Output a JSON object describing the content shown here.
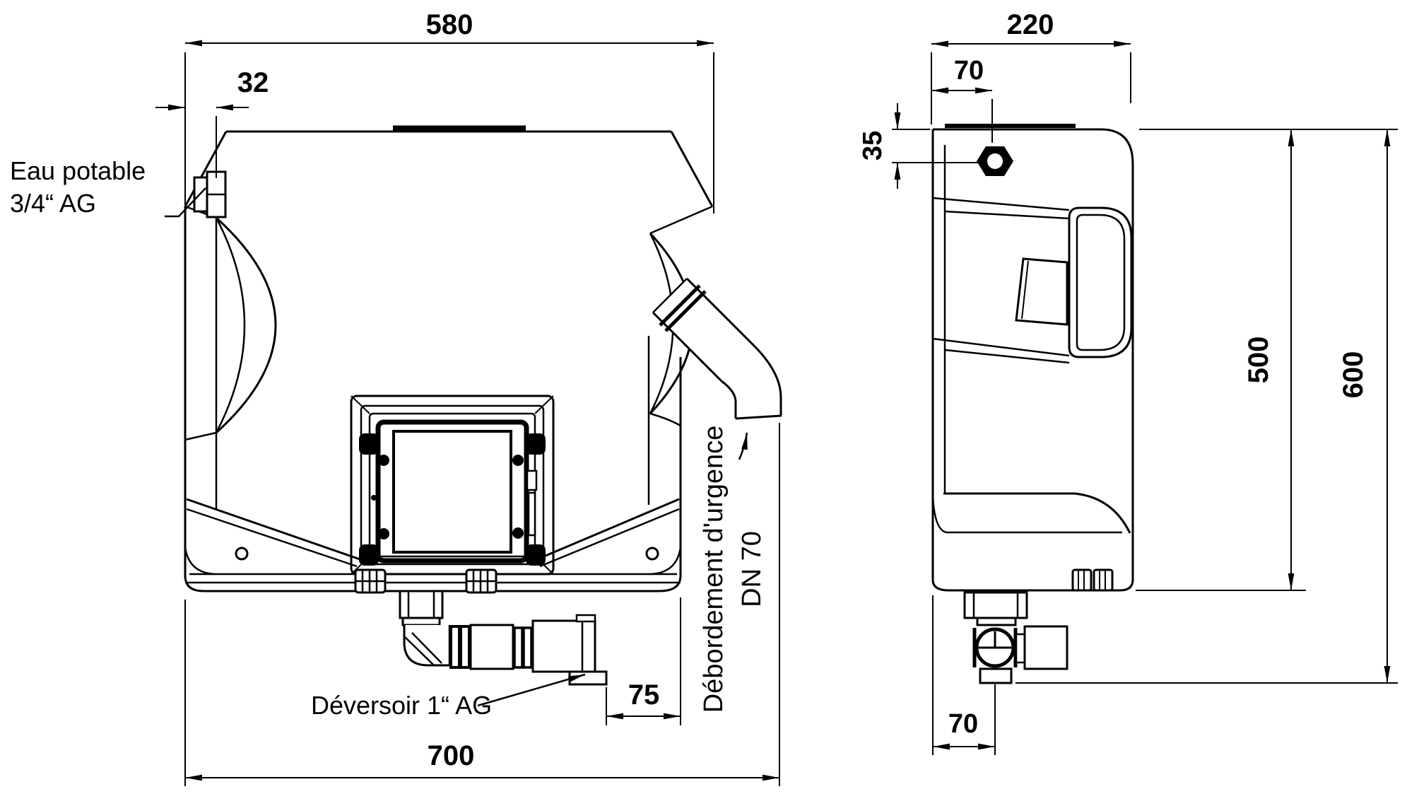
{
  "title": "Technical drawing - wall water tank, front and side view",
  "colors": {
    "line": "#000000",
    "background": "#ffffff"
  },
  "front_view": {
    "dimensions": {
      "top_width": "580",
      "wall_offset": "32",
      "outlet_offset": "75",
      "total_width": "700"
    },
    "labels": {
      "inlet_line1": "Eau potable",
      "inlet_line2": "3/4“ AG",
      "drain": "Déversoir 1“ AG",
      "overflow_line1": "Débordement d'urgence",
      "overflow_line2": "DN 70"
    }
  },
  "side_view": {
    "dimensions": {
      "depth": "220",
      "inlet_offset_x": "70",
      "inlet_offset_y": "35",
      "body_height": "500",
      "total_height": "600",
      "outlet_offset_x": "70"
    }
  }
}
